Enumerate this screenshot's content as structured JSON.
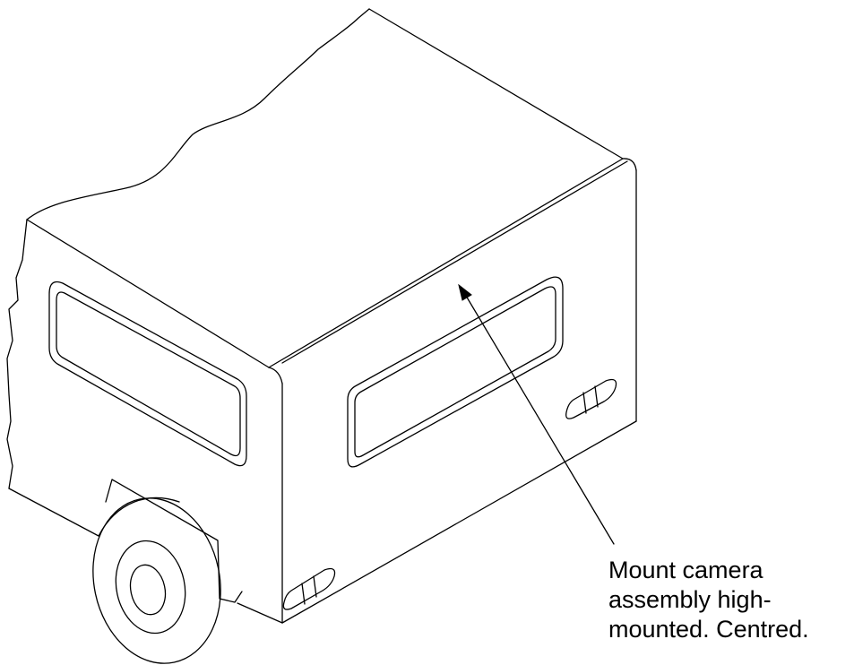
{
  "annotation": {
    "lines": [
      "Mount camera",
      "assembly high-",
      "mounted. Centred."
    ]
  },
  "colors": {
    "line": "#000000",
    "background": "#ffffff"
  }
}
